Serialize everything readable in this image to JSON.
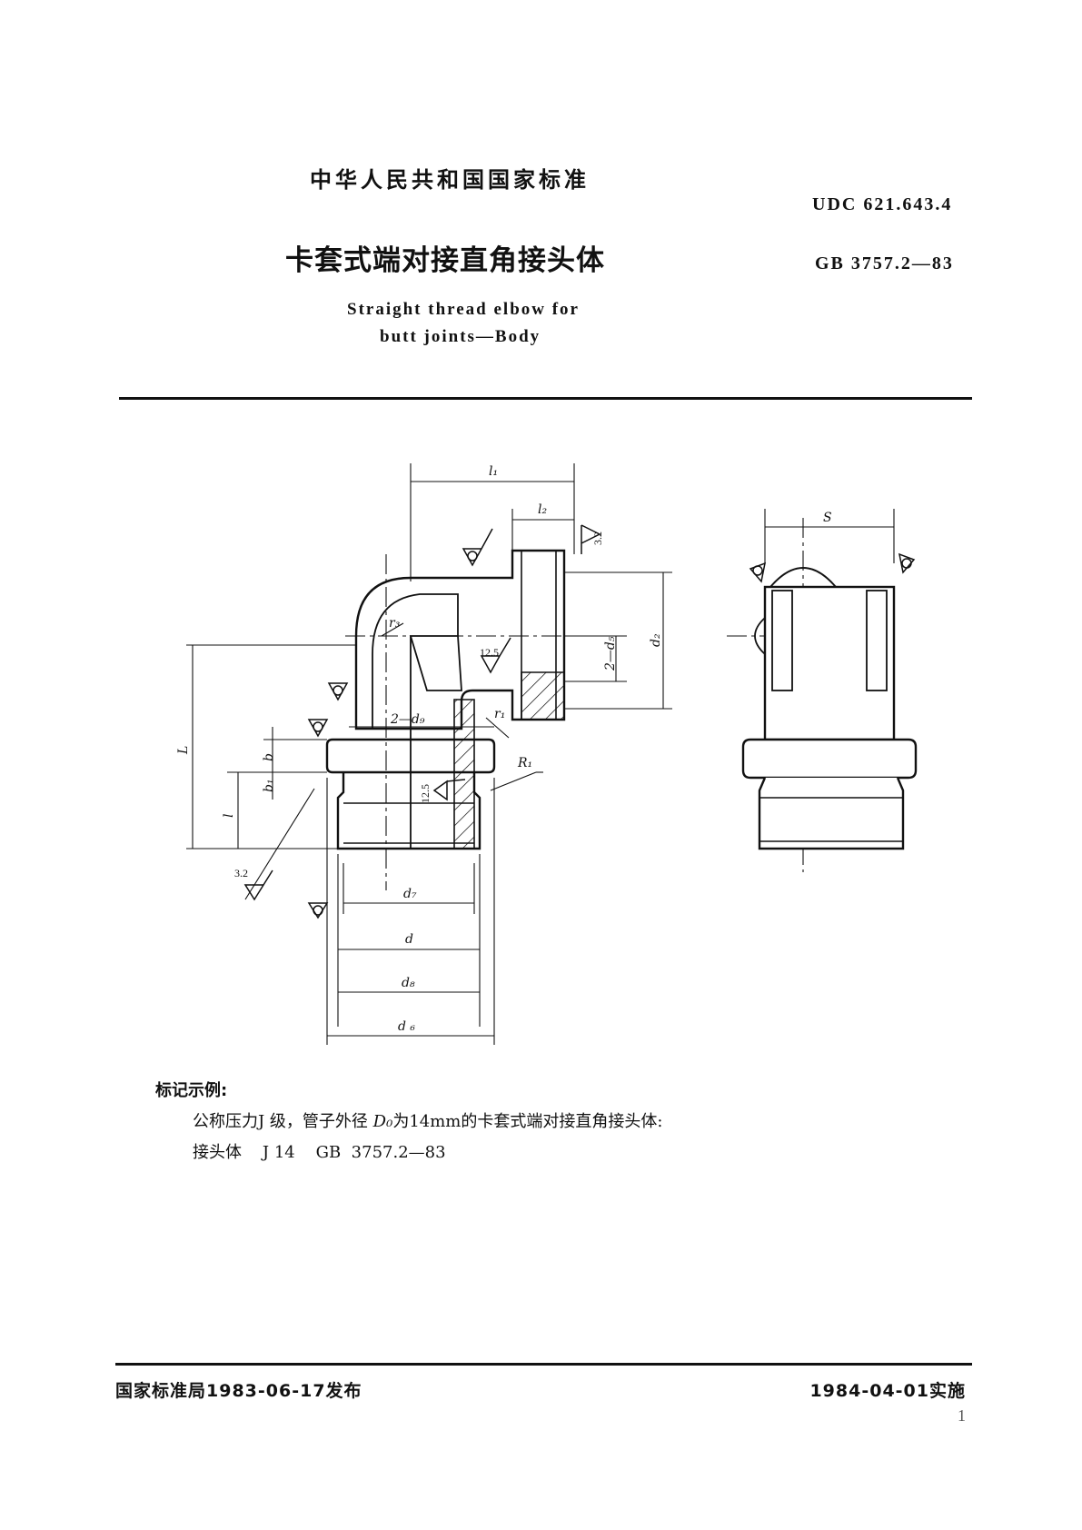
{
  "header": {
    "national_standard": "中华人民共和国国家标准",
    "udc": "UDC  621.643.4",
    "title_cn": "卡套式端对接直角接头体",
    "code": "GB  3757.2—83",
    "title_en_line1": "Straight  thread  elbow  for",
    "title_en_line2": "butt  joints—Body"
  },
  "drawing_labels": {
    "l1": "l₁",
    "l2": "l₂",
    "r3": "r₃",
    "r1": "r₁",
    "R1": "R₁",
    "d2": "d₂",
    "d5": "2—d₅",
    "d9": "2—d₉",
    "d7": "d₇",
    "d": "d",
    "d8": "d₈",
    "d6": "d ₆",
    "L": "L",
    "l": "l",
    "b": "b",
    "b1": "b₁",
    "S": "S",
    "roughness_32_a": "3.2",
    "roughness_32_b": "3.2",
    "roughness_125_a": "12.5",
    "roughness_125_b": "12.5"
  },
  "example": {
    "heading": "标记示例:",
    "line1_prefix": "公称压力J 级，管子外径 ",
    "line1_var": "D₀",
    "line1_suffix": "为14mm的卡套式端对接直角接头体:",
    "line2": "接头体    J 14    GB  3757.2—83"
  },
  "footer": {
    "issued": "国家标准局1983-06-17发布",
    "implemented": "1984-04-01实施",
    "page_number": "1"
  }
}
